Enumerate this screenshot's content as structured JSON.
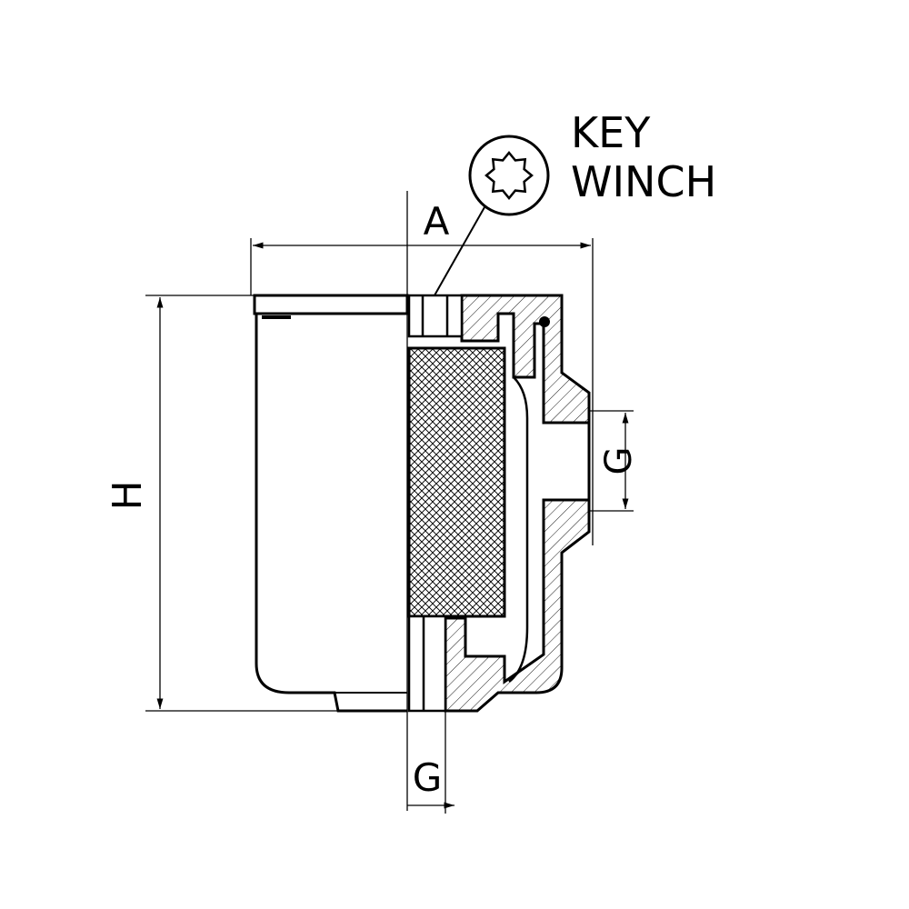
{
  "labels": {
    "key_line1": "KEY",
    "key_line2": "WINCH",
    "dim_a": "A",
    "dim_h": "H",
    "dim_g_side": "G",
    "dim_g_bottom": "G"
  }
}
